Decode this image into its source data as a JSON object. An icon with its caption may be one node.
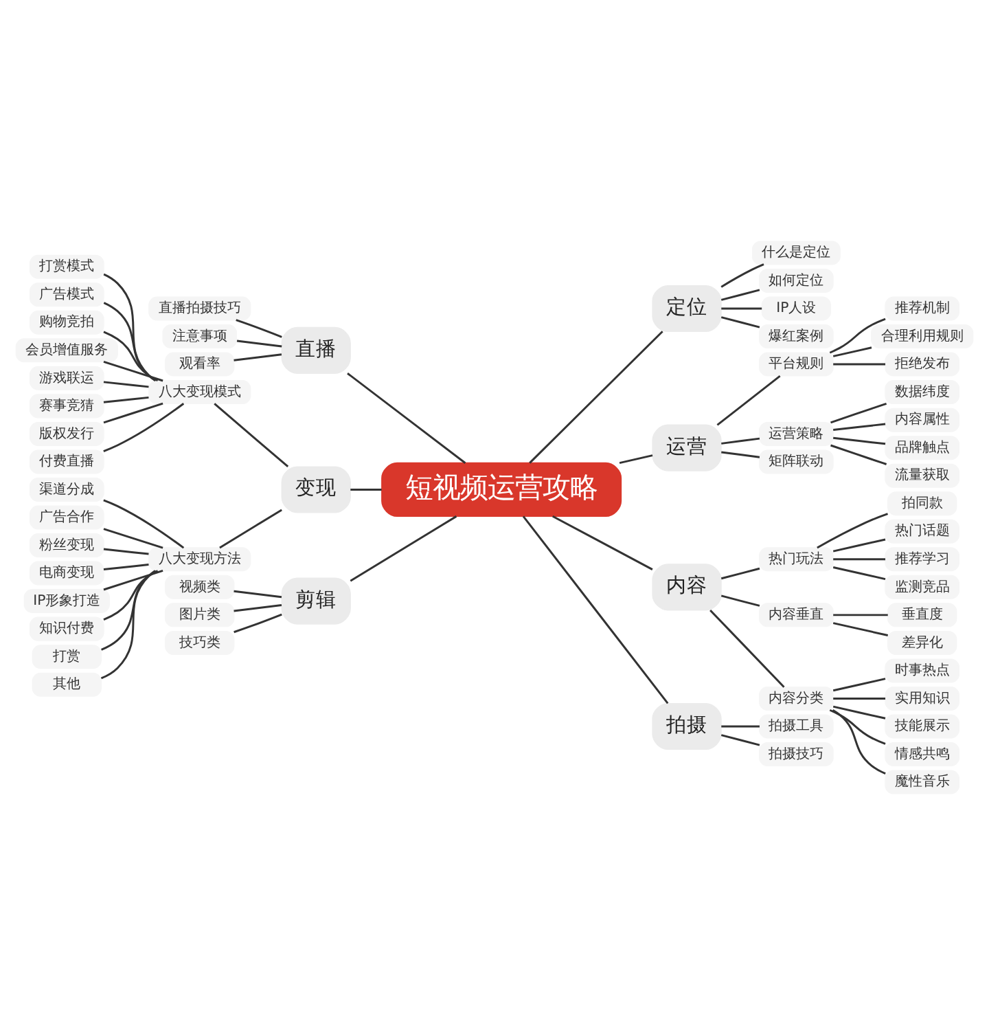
{
  "diagram": {
    "nodes": [
      {
        "text": [
          "短视频运营攻略"
        ]
      },
      {
        "text": [
          "定位"
        ]
      },
      {
        "text": [
          "什么是定位"
        ]
      },
      {
        "text": [
          "如何定位"
        ]
      },
      {
        "text": [
          "IP人设"
        ]
      },
      {
        "text": [
          "爆红案例"
        ]
      },
      {
        "text": [
          "运营"
        ]
      },
      {
        "text": [
          "平台规则"
        ]
      },
      {
        "text": [
          "推荐机制"
        ]
      },
      {
        "text": [
          "合理利用规则"
        ]
      },
      {
        "text": [
          "拒绝发布"
        ]
      },
      {
        "text": [
          "运营策略"
        ]
      },
      {
        "text": [
          "数据纬度"
        ]
      },
      {
        "text": [
          "内容属性"
        ]
      },
      {
        "text": [
          "品牌触点"
        ]
      },
      {
        "text": [
          "流量获取"
        ]
      },
      {
        "text": [
          "矩阵联动"
        ]
      },
      {
        "text": [
          "内容"
        ]
      },
      {
        "text": [
          "热门玩法"
        ]
      },
      {
        "text": [
          "拍同款"
        ]
      },
      {
        "text": [
          "热门话题"
        ]
      },
      {
        "text": [
          "推荐学习"
        ]
      },
      {
        "text": [
          "监测竞品"
        ]
      },
      {
        "text": [
          "内容垂直"
        ]
      },
      {
        "text": [
          "垂直度"
        ]
      },
      {
        "text": [
          "差异化"
        ]
      },
      {
        "text": [
          "内容分类"
        ]
      },
      {
        "text": [
          "时事热点"
        ]
      },
      {
        "text": [
          "实用知识"
        ]
      },
      {
        "text": [
          "技能展示"
        ]
      },
      {
        "text": [
          "情感共鸣"
        ]
      },
      {
        "text": [
          "魔性音乐"
        ]
      },
      {
        "text": [
          "拍摄"
        ]
      },
      {
        "text": [
          "拍摄工具"
        ]
      },
      {
        "text": [
          "拍摄技巧"
        ]
      },
      {
        "text": [
          "直播"
        ]
      },
      {
        "text": [
          "直播拍摄技巧"
        ]
      },
      {
        "text": [
          "注意事项"
        ]
      },
      {
        "text": [
          "观看率"
        ]
      },
      {
        "text": [
          "变现"
        ]
      },
      {
        "text": [
          "八大变现模式"
        ]
      },
      {
        "text": [
          "打赏模式"
        ]
      },
      {
        "text": [
          "广告模式"
        ]
      },
      {
        "text": [
          "购物竞拍"
        ]
      },
      {
        "text": [
          "会员增值服务"
        ]
      },
      {
        "text": [
          "游戏联运"
        ]
      },
      {
        "text": [
          "赛事竞猜"
        ]
      },
      {
        "text": [
          "版权发行"
        ]
      },
      {
        "text": [
          "付费直播"
        ]
      },
      {
        "text": [
          "八大变现方法"
        ]
      },
      {
        "text": [
          "渠道分成"
        ]
      },
      {
        "text": [
          "广告合作"
        ]
      },
      {
        "text": [
          "粉丝变现"
        ]
      },
      {
        "text": [
          "电商变现"
        ]
      },
      {
        "text": [
          "IP形象打造"
        ]
      },
      {
        "text": [
          "知识付费"
        ]
      },
      {
        "text": [
          "打赏"
        ]
      },
      {
        "text": [
          "其他"
        ]
      },
      {
        "text": [
          "剪辑"
        ]
      },
      {
        "text": [
          "视频类"
        ]
      },
      {
        "text": [
          "图片类"
        ]
      },
      {
        "text": [
          "技巧类"
        ]
      }
    ],
    "edges": [
      {
        "from": 0,
        "to": 1,
        "arrow": "none"
      },
      {
        "from": 1,
        "to": 2,
        "arrow": "none"
      },
      {
        "from": 1,
        "to": 3,
        "arrow": "none"
      },
      {
        "from": 1,
        "to": 4,
        "arrow": "none"
      },
      {
        "from": 1,
        "to": 5,
        "arrow": "none"
      },
      {
        "from": 0,
        "to": 6,
        "arrow": "none"
      },
      {
        "from": 6,
        "to": 7,
        "arrow": "none"
      },
      {
        "from": 7,
        "to": 8,
        "arrow": "none"
      },
      {
        "from": 7,
        "to": 9,
        "arrow": "none"
      },
      {
        "from": 7,
        "to": 10,
        "arrow": "none"
      },
      {
        "from": 6,
        "to": 11,
        "arrow": "none"
      },
      {
        "from": 11,
        "to": 12,
        "arrow": "none"
      },
      {
        "from": 11,
        "to": 13,
        "arrow": "none"
      },
      {
        "from": 11,
        "to": 14,
        "arrow": "none"
      },
      {
        "from": 11,
        "to": 15,
        "arrow": "none"
      },
      {
        "from": 6,
        "to": 16,
        "arrow": "none"
      },
      {
        "from": 0,
        "to": 17,
        "arrow": "none"
      },
      {
        "from": 17,
        "to": 18,
        "arrow": "none"
      },
      {
        "from": 18,
        "to": 19,
        "arrow": "none"
      },
      {
        "from": 18,
        "to": 20,
        "arrow": "none"
      },
      {
        "from": 18,
        "to": 21,
        "arrow": "none"
      },
      {
        "from": 18,
        "to": 22,
        "arrow": "none"
      },
      {
        "from": 17,
        "to": 23,
        "arrow": "none"
      },
      {
        "from": 23,
        "to": 24,
        "arrow": "none"
      },
      {
        "from": 23,
        "to": 25,
        "arrow": "none"
      },
      {
        "from": 17,
        "to": 26,
        "arrow": "none"
      },
      {
        "from": 26,
        "to": 27,
        "arrow": "none"
      },
      {
        "from": 26,
        "to": 28,
        "arrow": "none"
      },
      {
        "from": 26,
        "to": 29,
        "arrow": "none"
      },
      {
        "from": 26,
        "to": 30,
        "arrow": "none"
      },
      {
        "from": 26,
        "to": 31,
        "arrow": "none"
      },
      {
        "from": 0,
        "to": 32,
        "arrow": "none"
      },
      {
        "from": 32,
        "to": 33,
        "arrow": "none"
      },
      {
        "from": 32,
        "to": 34,
        "arrow": "none"
      },
      {
        "from": 0,
        "to": 35,
        "arrow": "none"
      },
      {
        "from": 35,
        "to": 36,
        "arrow": "none"
      },
      {
        "from": 35,
        "to": 37,
        "arrow": "none"
      },
      {
        "from": 35,
        "to": 38,
        "arrow": "none"
      },
      {
        "from": 0,
        "to": 39,
        "arrow": "none"
      },
      {
        "from": 39,
        "to": 40,
        "arrow": "none"
      },
      {
        "from": 40,
        "to": 41,
        "arrow": "none"
      },
      {
        "from": 40,
        "to": 42,
        "arrow": "none"
      },
      {
        "from": 40,
        "to": 43,
        "arrow": "none"
      },
      {
        "from": 40,
        "to": 44,
        "arrow": "none"
      },
      {
        "from": 40,
        "to": 45,
        "arrow": "none"
      },
      {
        "from": 40,
        "to": 46,
        "arrow": "none"
      },
      {
        "from": 40,
        "to": 47,
        "arrow": "none"
      },
      {
        "from": 40,
        "to": 48,
        "arrow": "none"
      },
      {
        "from": 39,
        "to": 49,
        "arrow": "none"
      },
      {
        "from": 49,
        "to": 50,
        "arrow": "none"
      },
      {
        "from": 49,
        "to": 51,
        "arrow": "none"
      },
      {
        "from": 49,
        "to": 52,
        "arrow": "none"
      },
      {
        "from": 49,
        "to": 53,
        "arrow": "none"
      },
      {
        "from": 49,
        "to": 54,
        "arrow": "none"
      },
      {
        "from": 49,
        "to": 55,
        "arrow": "none"
      },
      {
        "from": 49,
        "to": 56,
        "arrow": "none"
      },
      {
        "from": 49,
        "to": 57,
        "arrow": "none"
      },
      {
        "from": 0,
        "to": 58,
        "arrow": "none"
      },
      {
        "from": 58,
        "to": 59,
        "arrow": "none"
      },
      {
        "from": 58,
        "to": 60,
        "arrow": "none"
      },
      {
        "from": 58,
        "to": 61,
        "arrow": "none"
      }
    ]
  }
}
